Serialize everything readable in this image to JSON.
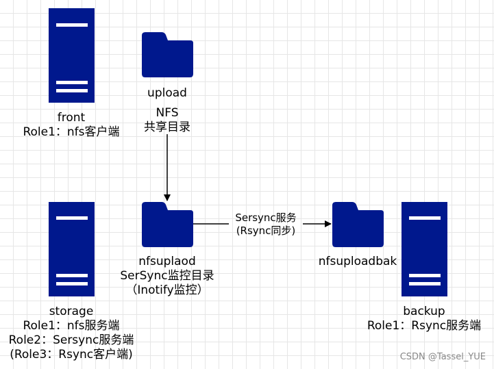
{
  "nodes": {
    "front": {
      "name": "front",
      "roles": [
        "Role1：nfs客户端"
      ]
    },
    "upload": {
      "name": "upload"
    },
    "storage": {
      "name": "storage",
      "roles": [
        "Role1：nfs服务端",
        "Role2：Sersync服务端",
        "(Role3：Rsync客户端)"
      ]
    },
    "nfsupload": {
      "name": "nfsuplaod",
      "lines": [
        "SerSync监控目录",
        "（Inotify监控）"
      ]
    },
    "nfsuploadbak": {
      "name": "nfsuploadbak"
    },
    "backup": {
      "name": "backup",
      "roles": [
        "Role1：Rsync服务端"
      ]
    }
  },
  "edges": {
    "nfs": {
      "label_line1": "NFS",
      "label_line2": "共享目录"
    },
    "sersync": {
      "label_line1": "Sersync服务",
      "label_line2": "(Rsync同步)"
    }
  },
  "watermark": "CSDN @Tassel_YUE",
  "colors": {
    "shape_fill": "#00188d",
    "shape_line": "#ffffff",
    "edge": "#000000"
  }
}
